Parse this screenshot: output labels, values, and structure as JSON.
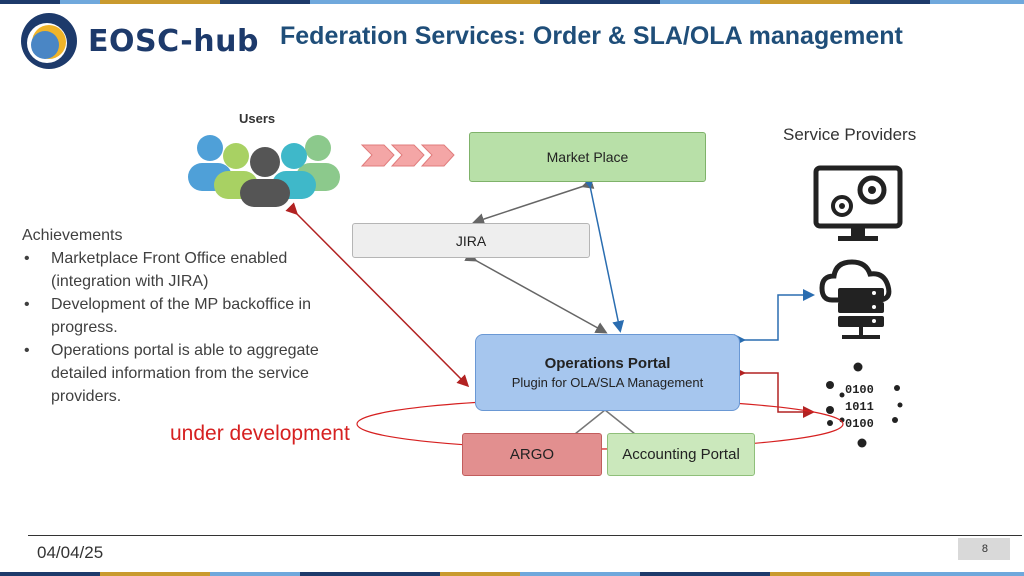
{
  "header": {
    "logo_text": "EOSC-hub",
    "title": "Federation Services: Order & SLA/OLA management"
  },
  "achievements": {
    "heading": "Achievements",
    "items": [
      "Marketplace Front Office enabled (integration with JIRA)",
      "Development of the MP backoffice in progress.",
      "Operations portal  is able to aggregate detailed information from the service providers."
    ]
  },
  "diagram": {
    "users_label": "Users",
    "service_providers_label": "Service Providers",
    "market_place": "Market Place",
    "jira": "JIRA",
    "ops_title": "Operations Portal",
    "ops_subtitle": "Plugin for OLA/SLA Management",
    "argo": "ARGO",
    "accounting": "Accounting Portal",
    "binary_rows": [
      "0100",
      "1011",
      "0100"
    ],
    "under_development": "under development"
  },
  "footer": {
    "date": "04/04/25",
    "page": "8"
  },
  "colors": {
    "title": "#1f4e79",
    "red_arrow": "#b22222",
    "blue_arrow": "#2a6db0",
    "gray_arrow": "#666666",
    "under_dev": "#d62020"
  }
}
